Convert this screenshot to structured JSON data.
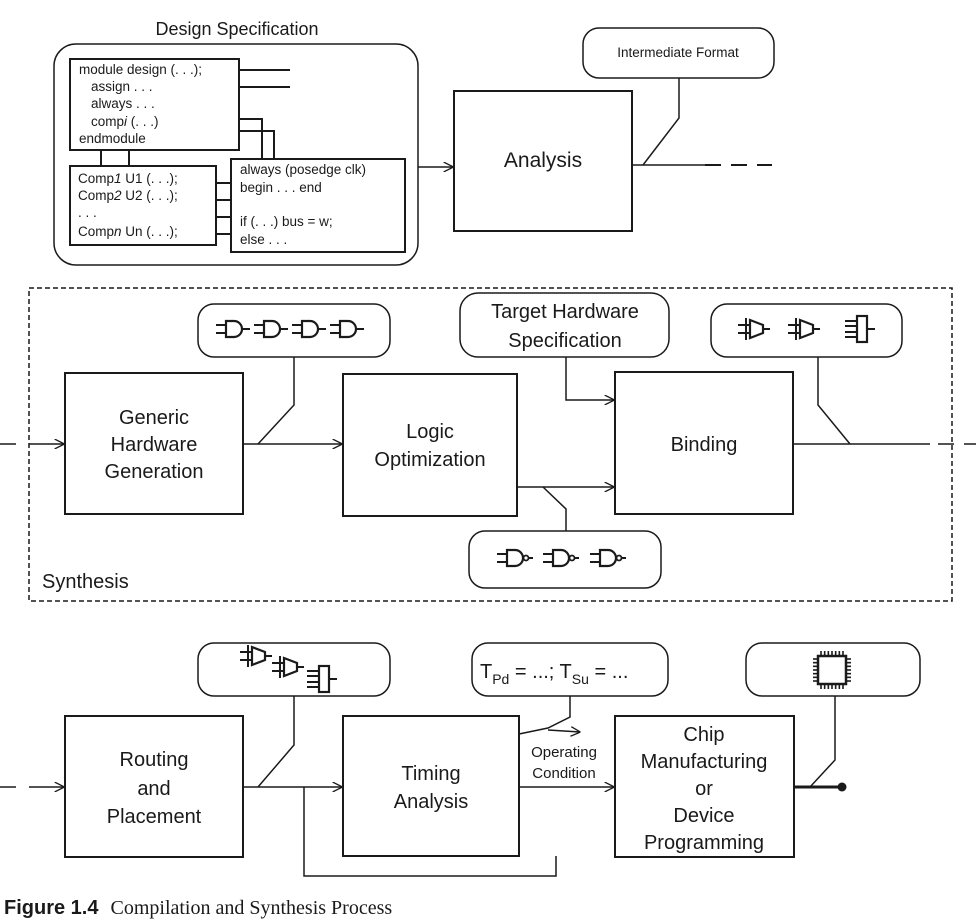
{
  "design_spec": {
    "title": "Design Specification",
    "module_lines": [
      "module design (. . .);",
      "assign . . .",
      "always . . .",
      "comp",
      "endmodule"
    ],
    "module_comp_italic": "i",
    "module_comp_suffix": " (. . .)",
    "comp_lines": [
      {
        "prefix": "Comp",
        "italic": "1",
        "suffix": " U1 (. . .);"
      },
      {
        "prefix": "Comp",
        "italic": "2",
        "suffix": " U2 (. . .);"
      },
      {
        "prefix": ". . .",
        "italic": "",
        "suffix": ""
      },
      {
        "prefix": "Comp",
        "italic": "n",
        "suffix": " Un (. . .);"
      }
    ],
    "always_lines": [
      "always (posedge clk)",
      "begin . . . end",
      "if (. . .)  bus = w;",
      "else . . ."
    ]
  },
  "intermediate_format": "Intermediate Format",
  "analysis": "Analysis",
  "synthesis": {
    "label": "Synthesis",
    "generic": [
      "Generic",
      "Hardware",
      "Generation"
    ],
    "logic": [
      "Logic",
      "Optimization"
    ],
    "target": [
      "Target Hardware",
      "Specification"
    ],
    "binding": "Binding"
  },
  "backend": {
    "routing": [
      "Routing",
      "and",
      "Placement"
    ],
    "timing": [
      "Timing",
      "Analysis"
    ],
    "timing_spec": {
      "t1": "T",
      "s1": "Pd",
      "mid": " = ...; T",
      "s2": "Su",
      "end": " = ..."
    },
    "operating": [
      "Operating",
      "Condition"
    ],
    "chip": [
      "Chip",
      "Manufacturing",
      "or",
      "Device",
      "Programming"
    ]
  },
  "caption": {
    "figure": "Figure 1.4",
    "text": "Compilation and Synthesis Process"
  },
  "icons": [
    "and-gate-icon",
    "nand-gate-icon",
    "buffer-gate-icon",
    "register-icon",
    "chip-icon"
  ],
  "colors": {
    "ink": "#1a1a1a",
    "background": "#ffffff"
  }
}
